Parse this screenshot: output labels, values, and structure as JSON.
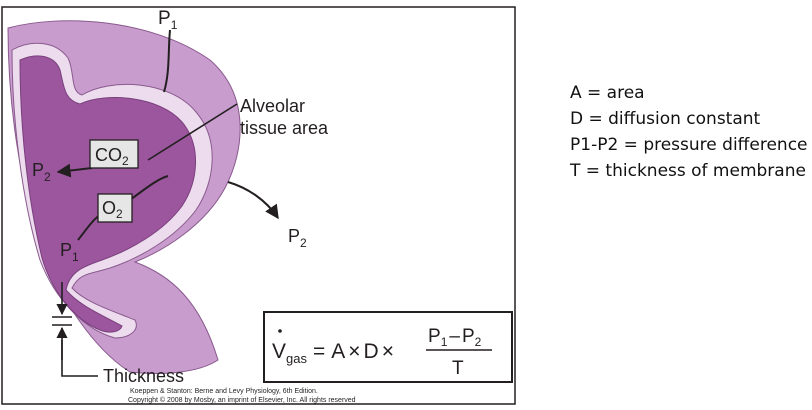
{
  "diagram": {
    "labels": {
      "p1_top": "P",
      "p1_top_sub": "1",
      "alveolar_line1": "Alveolar",
      "alveolar_line2": "tissue area",
      "co2_main": "CO",
      "co2_sub": "2",
      "p2_left": "P",
      "p2_left_sub": "2",
      "o2_main": "O",
      "o2_sub": "2",
      "p1_left": "P",
      "p1_left_sub": "1",
      "p2_right": "P",
      "p2_right_sub": "2",
      "thickness": "Thickness"
    },
    "equation": {
      "v": "V",
      "v_sub": "gas",
      "equals": "=",
      "a": "A",
      "times1": "×",
      "d": "D",
      "times2": "×",
      "num_p1": "P",
      "num_p1_sub": "1",
      "num_minus": "–",
      "num_p2": "P",
      "num_p2_sub": "2",
      "den": "T"
    },
    "credit_line1": "Koeppen & Stanton: Berne and Levy Physiology, 6th Edition.",
    "credit_line2": "Copyright © 2008 by Mosby, an imprint of Elsevier, Inc. All rights reserved"
  },
  "legend": [
    "A = area",
    "D = diffusion constant",
    "P1-P2 = pressure difference",
    "T = thickness of membrane"
  ],
  "colors": {
    "outer_tissue": "#c89ccd",
    "inner_tissue": "#9c569e",
    "membrane": "#ecdcee",
    "line": "#231f20"
  }
}
